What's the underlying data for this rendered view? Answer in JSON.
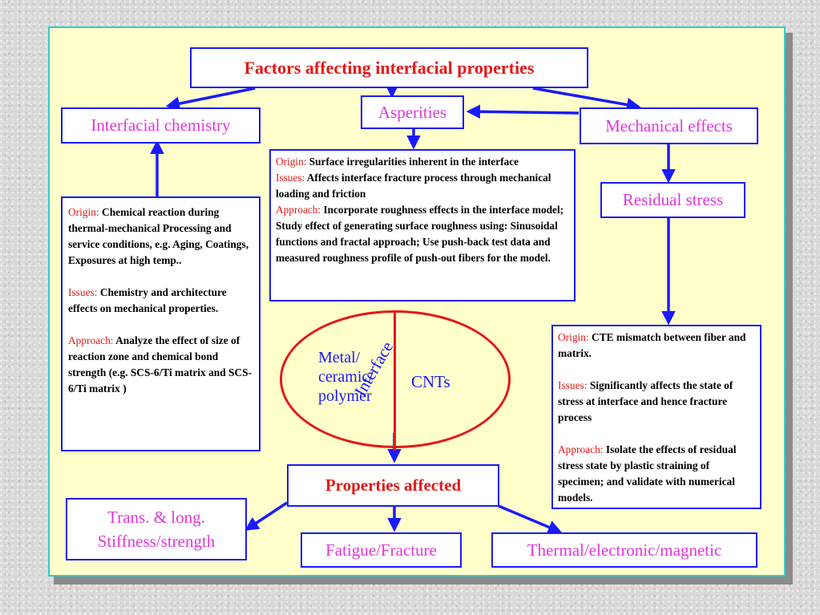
{
  "title": "Factors affecting interfacial properties",
  "interfacial_chemistry": {
    "heading": "Interfacial chemistry",
    "origin_label": "Origin:",
    "origin_text": "Chemical reaction during thermal-mechanical Processing and service conditions, e.g. Aging, Coatings, Exposures at high temp..",
    "issues_label": "Issues:",
    "issues_text": "Chemistry and architecture effects on mechanical properties.",
    "approach_label": "Approach:",
    "approach_text": "Analyze the effect of size of reaction zone and chemical bond strength (e.g. SCS-6/Ti matrix and SCS-6/Ti matrix )"
  },
  "asperities": {
    "heading": "Asperities",
    "origin_label": "Origin:",
    "origin_text": "Surface irregularities inherent in the interface",
    "issues_label": "Issues:",
    "issues_text": "Affects interface fracture process through mechanical loading and friction",
    "approach_label": "Approach:",
    "approach_text": "Incorporate roughness effects in the interface model; Study effect of generating surface roughness using: Sinusoidal functions and fractal approach; Use push-back test data and measured roughness profile of push-out fibers for the model."
  },
  "mechanical_effects": {
    "heading": "Mechanical effects",
    "residual_stress": "Residual stress",
    "origin_label": "Origin:",
    "origin_text": "CTE mismatch between fiber and matrix.",
    "issues_label": "Issues:",
    "issues_text": "Significantly affects the state of stress at interface and hence fracture process",
    "approach_label": "Approach:",
    "approach_text": "Isolate the effects of residual stress state by plastic straining of specimen; and validate with numerical models."
  },
  "interface_ellipse": {
    "left_line1": "Metal/",
    "left_line2": "ceramic/",
    "left_line3": "polymer",
    "right": "CNTs",
    "divider_label": "Interface"
  },
  "properties": {
    "heading": "Properties affected",
    "stiffness_line1": "Trans. & long.",
    "stiffness_line2": "Stiffness/strength",
    "fatigue": "Fatigue/Fracture",
    "thermal": "Thermal/electronic/magnetic"
  },
  "colors": {
    "slide_background": "#ffffcc",
    "box_border": "#1a1aff",
    "heading_pink": "#e236d9",
    "accent_red": "#e31919",
    "frame_cyan": "#33cccc"
  }
}
